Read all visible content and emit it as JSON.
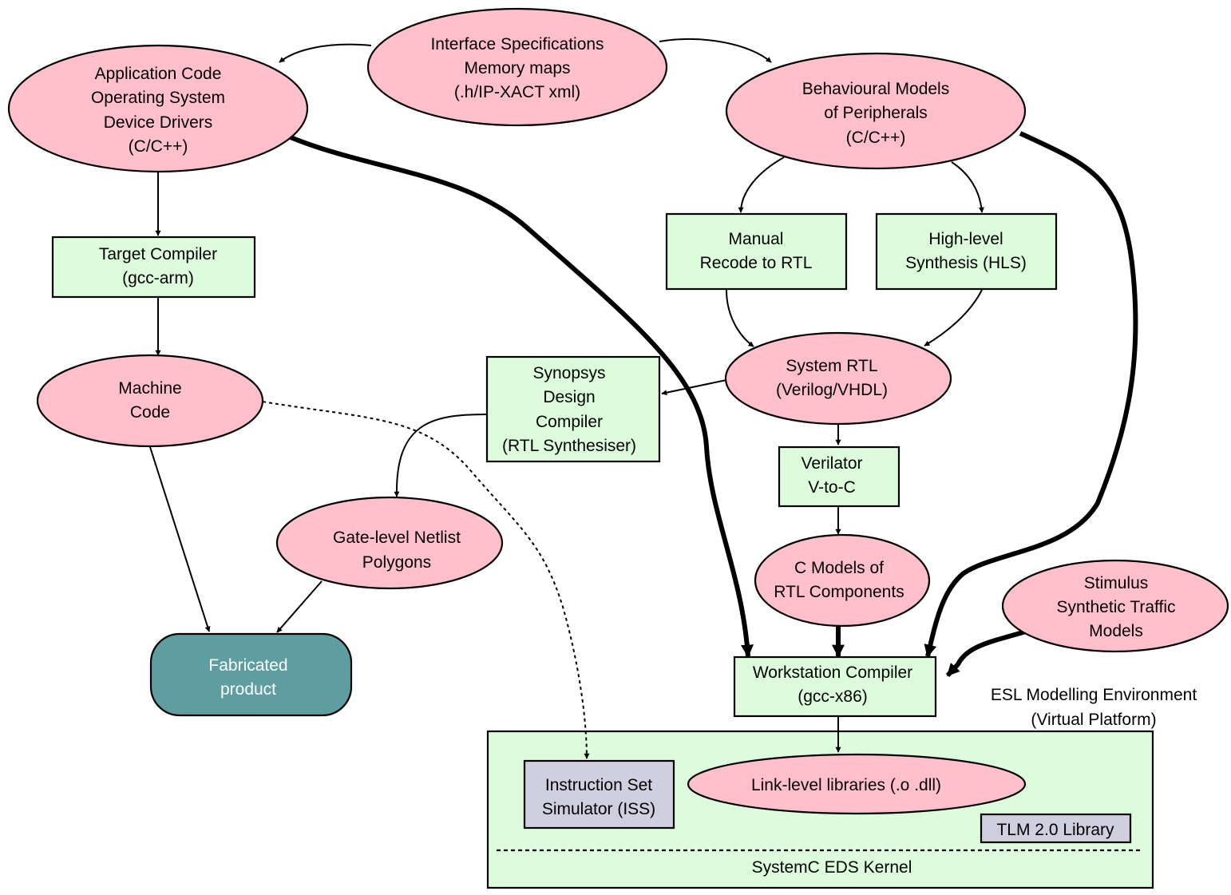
{
  "colors": {
    "ellipse_fill": "#ffc0cb",
    "box_fill": "#dcfcdc",
    "library_fill": "#cfcfe0",
    "fabricated_fill": "#5f9ea0",
    "fabricated_text": "#ffffff"
  },
  "nodes": {
    "interface_specs": [
      "Interface Specifications",
      "Memory maps",
      "(.h/IP-XACT xml)"
    ],
    "application_code": [
      "Application Code",
      "Operating System",
      "Device Drivers",
      "(C/C++)"
    ],
    "behavioural_models": [
      "Behavioural Models",
      "of Peripherals",
      "(C/C++)"
    ],
    "target_compiler": [
      "Target Compiler",
      "(gcc-arm)"
    ],
    "manual_recode": [
      "Manual",
      "Recode to RTL"
    ],
    "hls": [
      "High-level",
      "Synthesis (HLS)"
    ],
    "machine_code": [
      "Machine",
      "Code"
    ],
    "synopsys": [
      "Synopsys",
      "Design",
      "Compiler",
      "(RTL Synthesiser)"
    ],
    "system_rtl": [
      "System RTL",
      "(Verilog/VHDL)"
    ],
    "verilator": [
      "Verilator",
      "V-to-C"
    ],
    "gate_netlist": [
      "Gate-level Netlist",
      "Polygons"
    ],
    "c_models": [
      "C Models of",
      "RTL Components"
    ],
    "stimulus": [
      "Stimulus",
      "Synthetic Traffic",
      "Models"
    ],
    "fabricated": [
      "Fabricated",
      "product"
    ],
    "workstation_compiler": [
      "Workstation Compiler",
      "(gcc-x86)"
    ],
    "esl_env": [
      "ESL Modelling Environment",
      "(Virtual Platform)"
    ],
    "iss": [
      "Instruction Set",
      "Simulator (ISS)"
    ],
    "link_libs": [
      "Link-level libraries (.o .dll)"
    ],
    "tlm": [
      "TLM 2.0 Library"
    ],
    "kernel": [
      "SystemC EDS Kernel"
    ]
  }
}
